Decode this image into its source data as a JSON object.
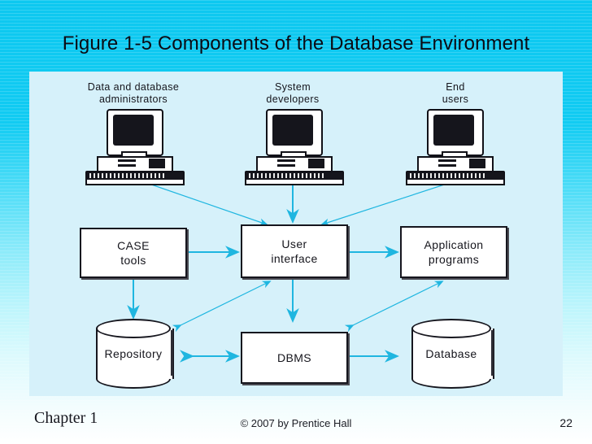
{
  "slide": {
    "title": "Figure 1-5 Components of the Database Environment"
  },
  "diagram": {
    "actors": [
      {
        "label": "Data and database\nadministrators",
        "icon": "computer-icon"
      },
      {
        "label": "System\ndevelopers",
        "icon": "computer-icon"
      },
      {
        "label": "End\nusers",
        "icon": "computer-icon"
      }
    ],
    "boxes": [
      {
        "label": "CASE\ntools"
      },
      {
        "label": "User\ninterface"
      },
      {
        "label": "Application\nprograms"
      },
      {
        "label": "DBMS"
      }
    ],
    "cylinders": [
      {
        "label": "Repository"
      },
      {
        "label": "Database"
      }
    ],
    "connector_color": "#1fb6e0",
    "panel_color": "#d6f1fa"
  },
  "footer": {
    "chapter": "Chapter 1",
    "copyright": "© 2007 by Prentice Hall",
    "page_number": "22"
  }
}
